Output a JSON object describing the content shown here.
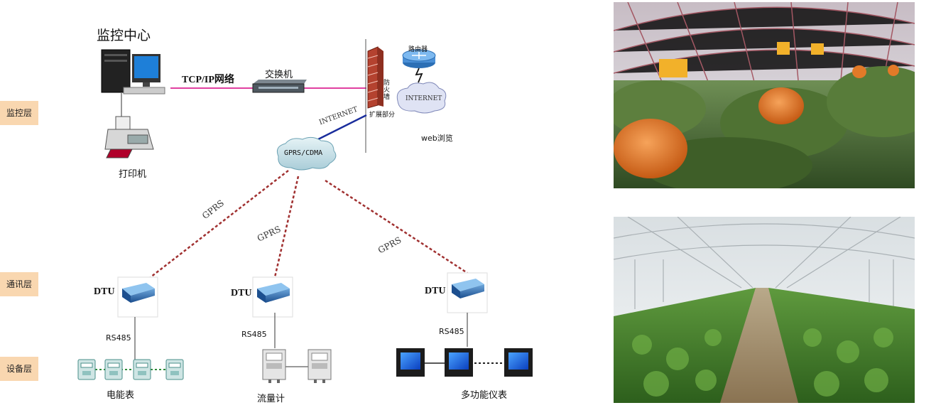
{
  "diagram": {
    "layers": {
      "monitor": "监控层",
      "comm": "通讯层",
      "device": "设备层"
    },
    "center_title": "监控中心",
    "printer_label": "打印机",
    "tcpip_label": "TCP/IP网络",
    "switch_label": "交换机",
    "router_label": "路由器",
    "internet_cloud_label": "INTERNET",
    "firewall_label": "防火墙",
    "expansion_label": "扩展部分",
    "web_label": "web浏览",
    "internet_link_label": "INTERNET",
    "gprs_cloud_label": "GPRS/CDMA",
    "gprs_labels": [
      "GPRS",
      "GPRS",
      "GPRS"
    ],
    "dtu_labels": [
      "DTU",
      "DTU",
      "DTU"
    ],
    "rs485_labels": [
      "RS485",
      "RS485",
      "RS485"
    ],
    "device_labels": {
      "meter": "电能表",
      "flow": "流量计",
      "multi": "多功能仪表"
    }
  },
  "colors": {
    "layer_tag": "#f9d7b0",
    "tcp_line": "#e040a0",
    "internet_line": "#1a2d9c",
    "gprs_line": "#a03030"
  },
  "photos": {
    "top": "greenhouse-pumpkins",
    "bottom": "greenhouse-vegetables"
  }
}
